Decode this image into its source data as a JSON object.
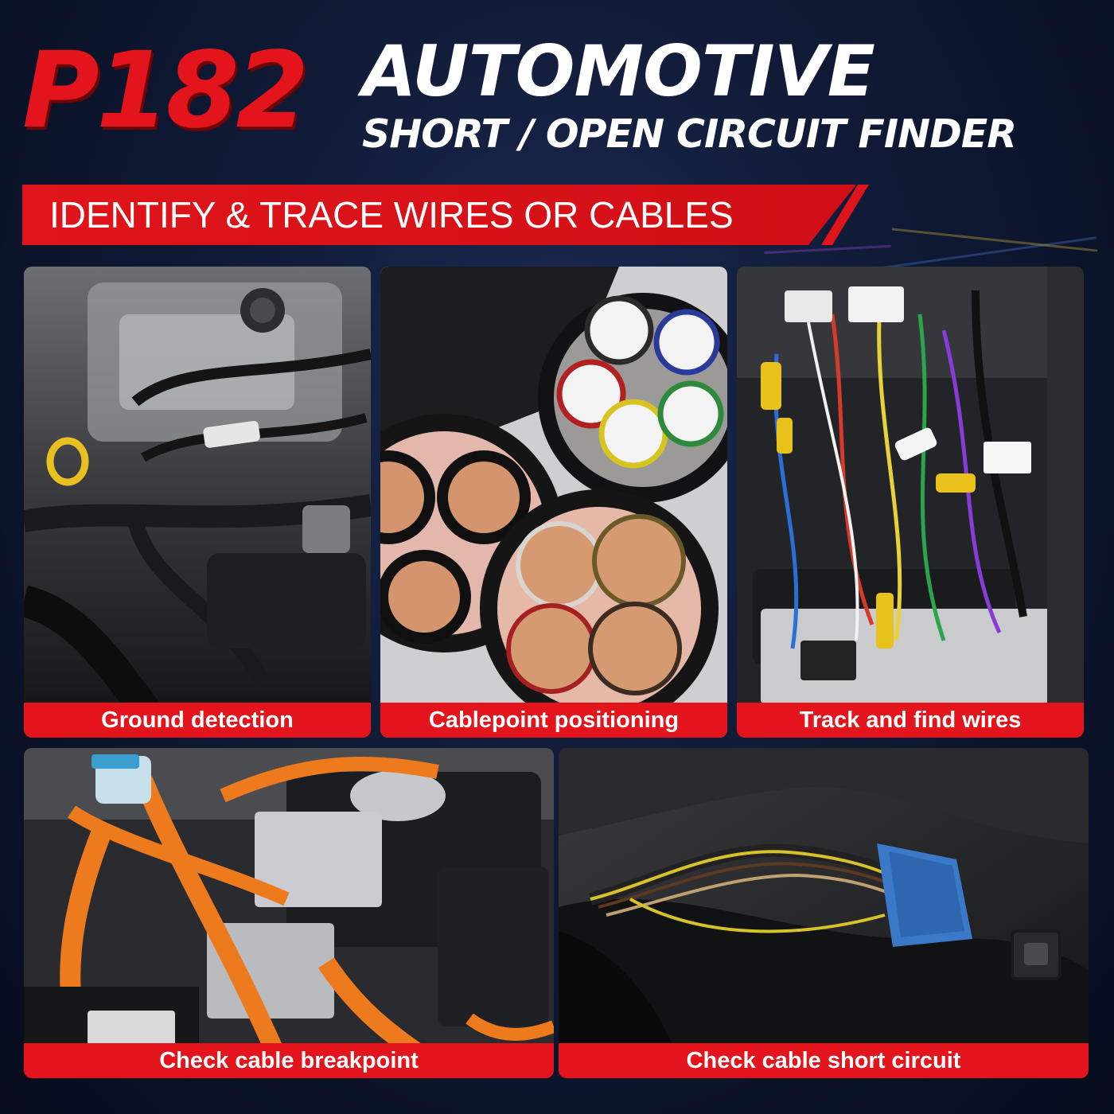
{
  "header": {
    "model": "P182",
    "title_line1": "AUTOMOTIVE",
    "title_line2": "SHORT / OPEN CIRCUIT FINDER"
  },
  "banner": {
    "text": "IDENTIFY & TRACE WIRES OR CABLES"
  },
  "cards": [
    {
      "caption": "Ground detection",
      "image": "engine-bay-wiring-harness"
    },
    {
      "caption": "Cablepoint positioning",
      "image": "cable-cross-sections"
    },
    {
      "caption": "Track and find wires",
      "image": "dashboard-wiring-connectors"
    },
    {
      "caption": "Check cable breakpoint",
      "image": "ev-high-voltage-orange-cables"
    },
    {
      "caption": "Check cable short circuit",
      "image": "blue-connector-door-panel"
    }
  ],
  "colors": {
    "accent_red": "#e3141b",
    "background": "#101a36",
    "text_white": "#ffffff"
  }
}
